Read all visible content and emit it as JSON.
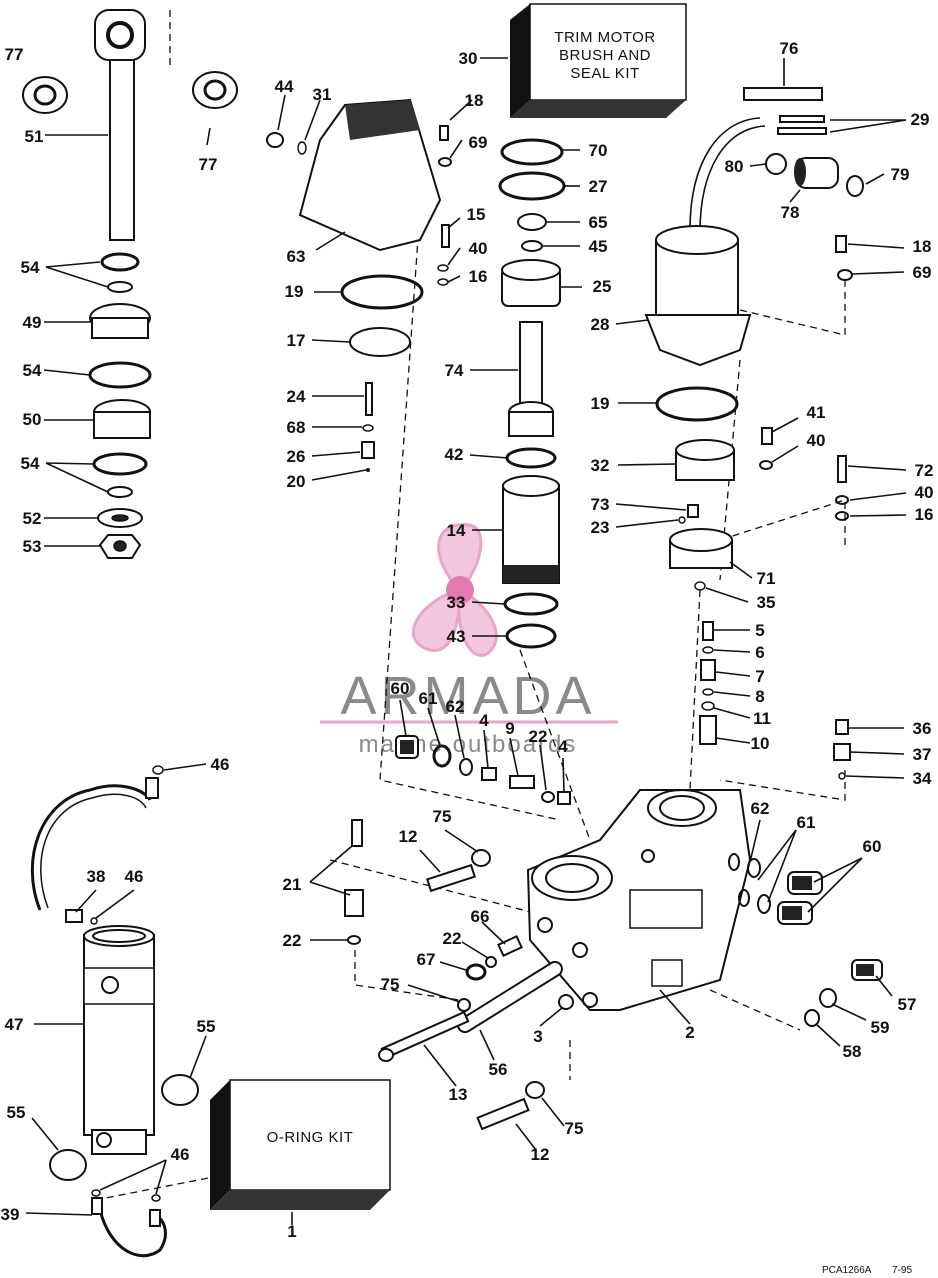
{
  "kits": {
    "trim_motor_kit": [
      "TRIM MOTOR",
      "BRUSH AND",
      "SEAL KIT"
    ],
    "oring_kit": "O-RING KIT"
  },
  "watermark": {
    "brand": "ARMADA",
    "tagline": "marine outboards",
    "color": "#e8a6c8"
  },
  "drawing_code": "PCA1266A",
  "drawing_date": "7-95",
  "callouts": [
    "77",
    "51",
    "77",
    "44",
    "31",
    "18",
    "69",
    "63",
    "30",
    "70",
    "27",
    "65",
    "45",
    "25",
    "15",
    "40",
    "16",
    "19",
    "17",
    "74",
    "24",
    "68",
    "26",
    "20",
    "54",
    "49",
    "54",
    "50",
    "54",
    "52",
    "53",
    "76",
    "29",
    "80",
    "79",
    "78",
    "18",
    "69",
    "28",
    "19",
    "41",
    "40",
    "32",
    "72",
    "40",
    "16",
    "73",
    "23",
    "42",
    "14",
    "33",
    "43",
    "71",
    "35",
    "5",
    "6",
    "7",
    "8",
    "11",
    "10",
    "36",
    "37",
    "34",
    "60",
    "61",
    "62",
    "4",
    "9",
    "22",
    "4",
    "46",
    "38",
    "46",
    "21",
    "22",
    "12",
    "75",
    "66",
    "22",
    "67",
    "75",
    "62",
    "61",
    "60",
    "57",
    "59",
    "58",
    "2",
    "3",
    "56",
    "13",
    "47",
    "55",
    "55",
    "12",
    "75",
    "46",
    "39",
    "1"
  ]
}
